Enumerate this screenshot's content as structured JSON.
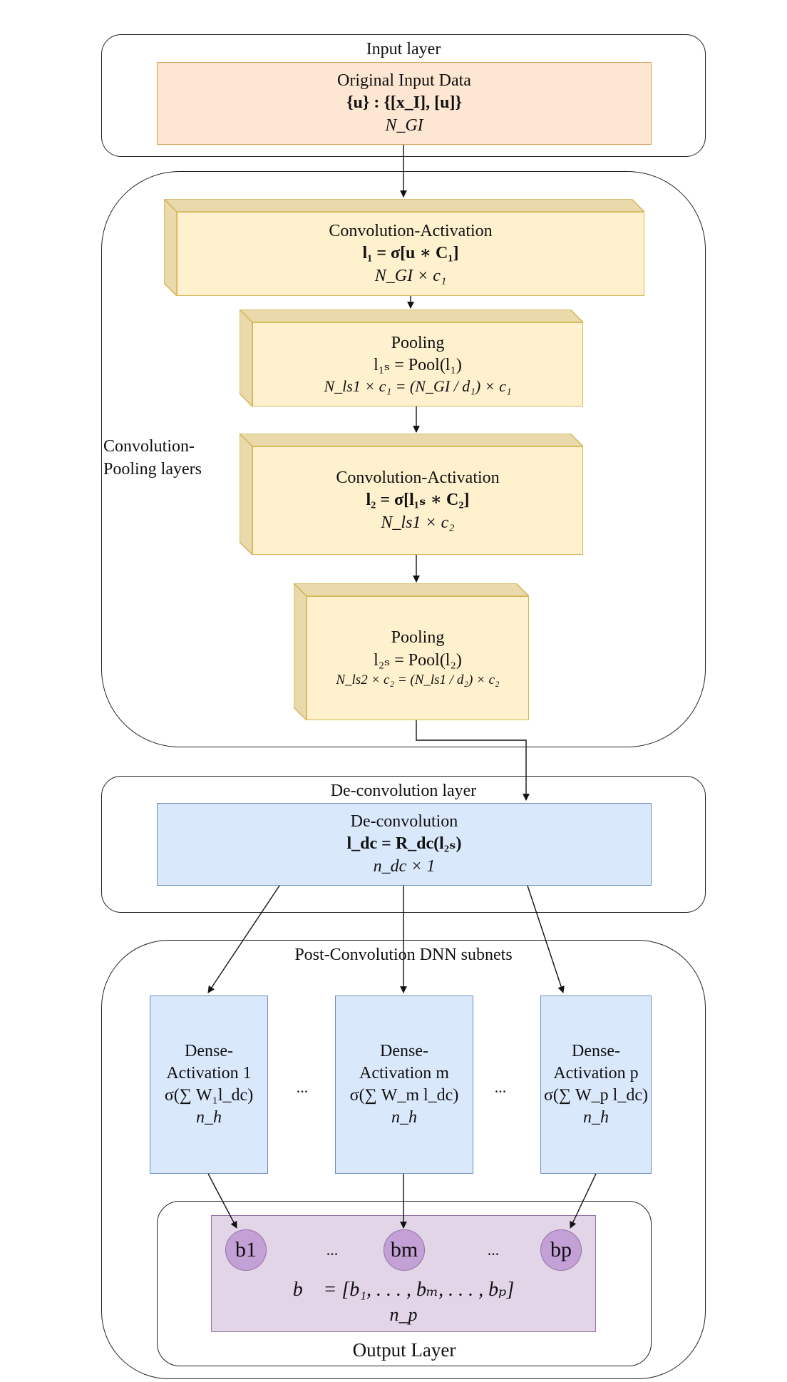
{
  "groups": {
    "input": "Input layer",
    "conv_pool": "Convolution-Pooling layers",
    "deconv": "De-convolution layer",
    "post": "Post-Convolution DNN subnets",
    "output": "Output Layer"
  },
  "input_box": {
    "title": "Original Input Data",
    "formula": "{u} : {[x_I], [u]}",
    "size": "N_GI"
  },
  "conv1": {
    "title": "Convolution-Activation",
    "formula": "l₁ = σ[u ∗ C₁]",
    "size": "N_GI × c₁"
  },
  "pool1": {
    "title": "Pooling",
    "formula": "l₁ₛ = Pool(l₁)",
    "size": "N_ls1 × c₁ = (N_GI / d₁) × c₁"
  },
  "conv2": {
    "title": "Convolution-Activation",
    "formula": "l₂ = σ[l₁ₛ ∗ C₂]",
    "size": "N_ls1 × c₂"
  },
  "pool2": {
    "title": "Pooling",
    "formula": "l₂ₛ = Pool(l₂)",
    "size": "N_ls2 × c₂ = (N_ls1 / d₂) × c₂"
  },
  "deconv_box": {
    "title": "De-convolution",
    "formula": "l_dc = R_dc(l₂ₛ)",
    "size": "n_dc × 1"
  },
  "dense": [
    {
      "title1": "Dense-",
      "title2": "Activation 1",
      "formula": "σ(∑ W₁l_dc)",
      "size": "n_h"
    },
    {
      "title1": "Dense-",
      "title2": "Activation m",
      "formula": "σ(∑ W_m l_dc)",
      "size": "n_h"
    },
    {
      "title1": "Dense-",
      "title2": "Activation p",
      "formula": "σ(∑ W_p l_dc)",
      "size": "n_h"
    }
  ],
  "ellipsis": "...",
  "outputs": [
    "b1",
    "bm",
    "bp"
  ],
  "output_box": {
    "formula": "b⃗ = [b₁, . . . , bₘ, . . . , bₚ]",
    "size": "n_p"
  },
  "colors": {
    "orange_fill": "#fde6d2",
    "yellow_fill": "#fff1cd",
    "blue_fill": "#dae8fc",
    "purple_fill": "#e1d5e7",
    "circle_fill": "#c3a0d6"
  }
}
